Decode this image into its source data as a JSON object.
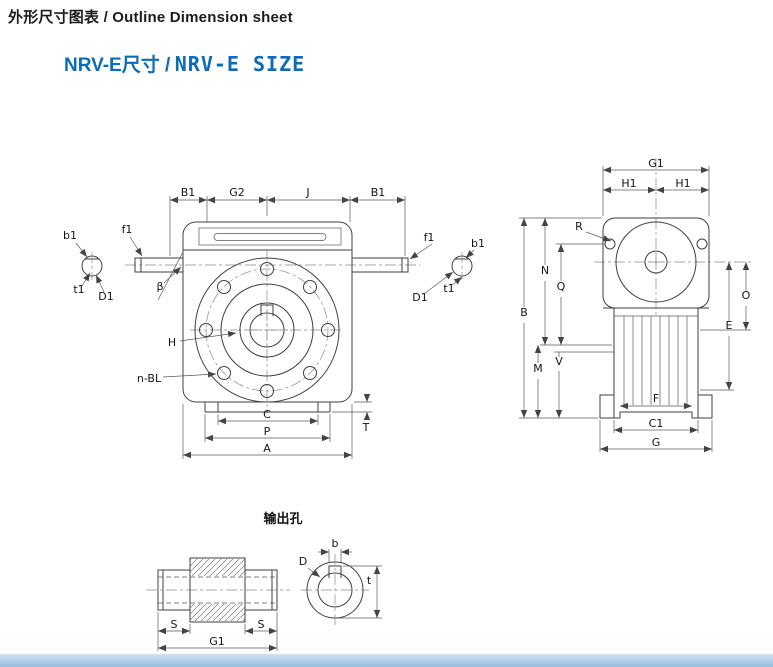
{
  "page": {
    "title": "外形尺寸图表 / Outline Dimension sheet",
    "subtitle_cn": "NRV-E尺寸 /",
    "subtitle_en": "NRV-E SIZE"
  },
  "colors": {
    "accent_blue": "#0b6cb7",
    "footer_bar_light": "#cfe2f1",
    "footer_bar_dark": "#96bcdc",
    "drawing_line": "#3f3f3f"
  },
  "front_view": {
    "labels": {
      "b1_left": "b1",
      "f1_left": "f1",
      "t1_left": "t1",
      "D1_left": "D1",
      "B1_left": "B1",
      "G2": "G2",
      "J": "J",
      "B1_right": "B1",
      "f1_right": "f1",
      "b1_right": "b1",
      "t1_right": "t1",
      "D1_right": "D1",
      "beta": "β",
      "H": "H",
      "n_BL": "n-BL",
      "C": "C",
      "P": "P",
      "A": "A",
      "T": "T"
    }
  },
  "side_view": {
    "labels": {
      "G1": "G1",
      "H1_left": "H1",
      "H1_right": "H1",
      "R": "R",
      "B": "B",
      "N": "N",
      "Q": "Q",
      "M": "M",
      "V": "V",
      "O": "O",
      "E": "E",
      "F": "F",
      "C1": "C1",
      "G": "G"
    }
  },
  "shaft_view": {
    "labels": {
      "S_left": "S",
      "G1": "G1",
      "S_right": "S"
    }
  },
  "output_hole": {
    "title": "输出孔",
    "labels": {
      "b": "b",
      "D": "D",
      "t": "t"
    }
  }
}
